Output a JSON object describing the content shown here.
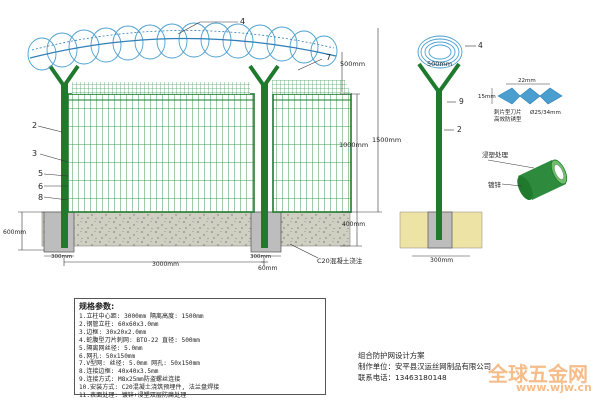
{
  "labels": {
    "callout_4": "4",
    "callout_7": "7",
    "callout_2": "2",
    "callout_3": "3",
    "callout_5": "5",
    "callout_6": "6",
    "callout_8": "8",
    "right_4": "4",
    "right_9": "9",
    "right_2": "2",
    "dim_500_top": "500mm",
    "dim_1000": "1000mm",
    "dim_1500": "1500mm",
    "dim_400": "400mm",
    "dim_600": "600mm",
    "dim_300_left": "300mm",
    "dim_3000": "3000mm",
    "dim_60": "60mm",
    "dim_300_right": "300mm",
    "concrete_note": "C20混凝土浇注",
    "right_500": "500mm",
    "dim_22": "22mm",
    "dim_15": "15mm",
    "blade_label_1": "刺片型刀片",
    "blade_label_2": "高效防锈型",
    "dim_dia": "Ø25/34mm",
    "plastic_label": "浸塑处理",
    "galv_label": "镀锌"
  },
  "specs": {
    "title": "规格参数:",
    "lines": [
      "1.立柱中心距: 3000mm  隔离高度: 1500mm",
      "2.钢管立柱: 60x60x3.0mm",
      "3.边框: 30x20x2.0mm",
      "4.蛇腹型刀片刺网: BTO-22  直径: 500mm",
      "5.隔离网丝径: 5.0mm",
      "6.网孔: 50x150mm",
      "7.V型网: 丝径: 5.0mm 网孔: 50x150mm",
      "8.连接边框: 40x40x3.5mm",
      "9.连接方式: M8x25mm防盗螺丝连接",
      "10.安装方式: C20混凝土浇筑预埋件, 法兰盘焊接",
      "11.表面处理: 镀锌+浸塑双层防腐处理"
    ]
  },
  "company": {
    "line1": "组合防护网设计方案",
    "line2": "制作单位：安平县汉运丝网制品有限公司",
    "line3": "联系电话：13463180148"
  },
  "watermark": {
    "brand": "全球五金网",
    "url": "www.wjw.cn"
  },
  "colors": {
    "post": "#1f7a2e",
    "mesh": "#2e8b3e",
    "wire": "#4a9fd0",
    "concrete": "#cfcfbf",
    "sand": "#ede3a4",
    "watermark": "#f3a865"
  }
}
